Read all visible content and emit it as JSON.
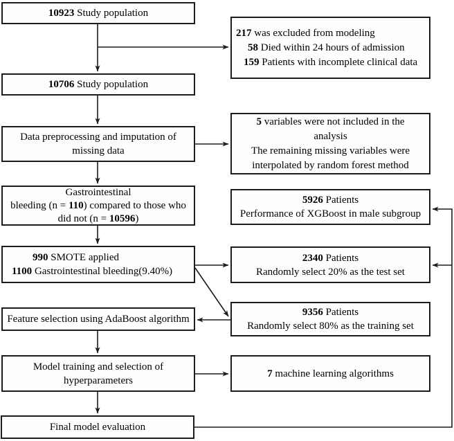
{
  "colors": {
    "background": "#ffffff",
    "line": "#1c1c1c",
    "text": "#000000",
    "box_fill": "#fefefe"
  },
  "nodes": {
    "population_initial": {
      "lines": [
        [
          {
            "t": "10923",
            "b": 1
          },
          {
            "t": " Study population"
          }
        ]
      ]
    },
    "excluded": {
      "lines": [
        [
          {
            "t": "217",
            "b": 1
          },
          {
            "t": " was excluded from modeling"
          }
        ],
        [
          {
            "t": "58",
            "b": 1
          },
          {
            "t": " Died within 24 hours of admission"
          }
        ],
        [
          {
            "t": "159",
            "b": 1
          },
          {
            "t": " Patients with incomplete clinical data"
          }
        ]
      ]
    },
    "population_after": {
      "lines": [
        [
          {
            "t": "10706",
            "b": 1
          },
          {
            "t": " Study population"
          }
        ]
      ]
    },
    "preprocessing": {
      "lines": [
        [
          {
            "t": "Data preprocessing and imputation of"
          }
        ],
        [
          {
            "t": "missing data"
          }
        ]
      ]
    },
    "variables_excluded": {
      "lines": [
        [
          {
            "t": "5",
            "b": 1
          },
          {
            "t": " variables were not included in the"
          }
        ],
        [
          {
            "t": "analysis"
          }
        ],
        [
          {
            "t": "The remaining missing variables were"
          }
        ],
        [
          {
            "t": "interpolated by random forest method"
          }
        ]
      ]
    },
    "gi_bleeding": {
      "lines": [
        [
          {
            "t": "Gastrointestinal"
          }
        ],
        [
          {
            "t": "bleeding (n = "
          },
          {
            "t": "110",
            "b": 1
          },
          {
            "t": ") compared to those who"
          }
        ],
        [
          {
            "t": "did not (n = "
          },
          {
            "t": "10596",
            "b": 1
          },
          {
            "t": ")"
          }
        ]
      ]
    },
    "male_subgroup": {
      "lines": [
        [
          {
            "t": "5926",
            "b": 1
          },
          {
            "t": " Patients"
          }
        ],
        [
          {
            "t": "Performance of XGBoost in male subgroup"
          }
        ]
      ]
    },
    "smote": {
      "lines": [
        [
          {
            "t": "990",
            "b": 1
          },
          {
            "t": " SMOTE applied"
          }
        ],
        [
          {
            "t": "1100",
            "b": 1
          },
          {
            "t": " Gastrointestinal bleeding(9.40%)"
          }
        ]
      ]
    },
    "test_set": {
      "lines": [
        [
          {
            "t": "2340",
            "b": 1
          },
          {
            "t": " Patients"
          }
        ],
        [
          {
            "t": "Randomly select 20% as the test set"
          }
        ]
      ]
    },
    "feature_selection": {
      "lines": [
        [
          {
            "t": "Feature selection using AdaBoost algorithm"
          }
        ]
      ]
    },
    "training_set": {
      "lines": [
        [
          {
            "t": "9356",
            "b": 1
          },
          {
            "t": " Patients"
          }
        ],
        [
          {
            "t": "Randomly select 80% as the training set"
          }
        ]
      ]
    },
    "model_training": {
      "lines": [
        [
          {
            "t": "Model training and selection of"
          }
        ],
        [
          {
            "t": "hyperparameters"
          }
        ]
      ]
    },
    "ml_algorithms": {
      "lines": [
        [
          {
            "t": "7",
            "b": 1
          },
          {
            "t": " machine learning algorithms"
          }
        ]
      ]
    },
    "final_evaluation": {
      "lines": [
        [
          {
            "t": "Final model evaluation"
          }
        ]
      ]
    }
  }
}
